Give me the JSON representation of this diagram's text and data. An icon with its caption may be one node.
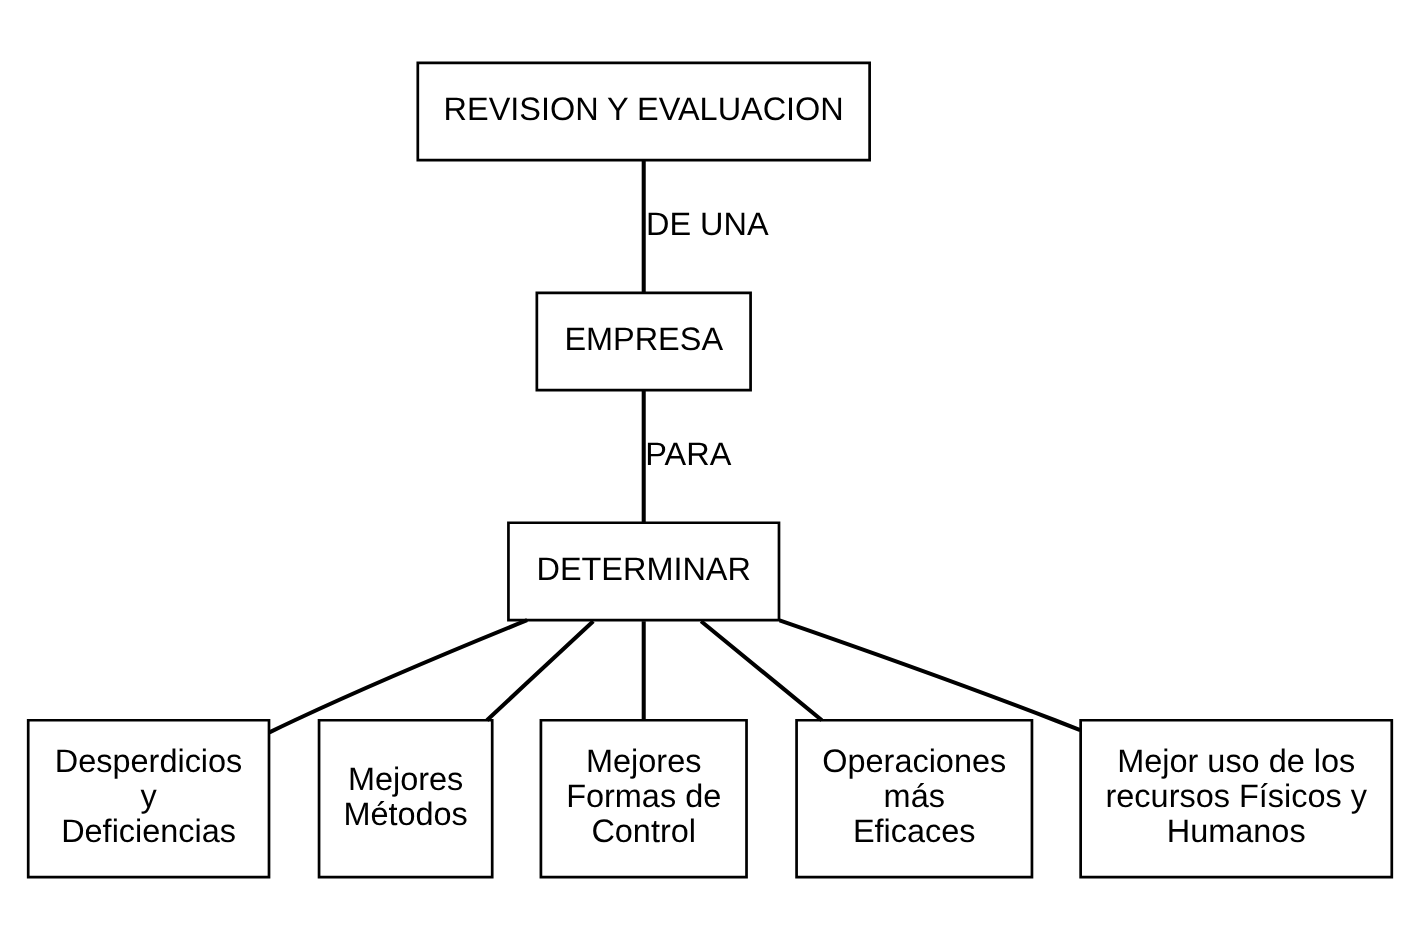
{
  "diagram": {
    "nodes": [
      {
        "text": [
          "REVISION Y EVALUACION"
        ]
      },
      {
        "text": [
          "EMPRESA"
        ]
      },
      {
        "text": [
          "DETERMINAR"
        ]
      },
      {
        "text": [
          "Desperdicios y Deficiencias"
        ]
      },
      {
        "text": [
          "Mejores Métodos"
        ]
      },
      {
        "text": [
          "Mejores Formas de Control"
        ]
      },
      {
        "text": [
          "Operaciones más Eficaces"
        ]
      },
      {
        "text": [
          "Mejor uso de los recursos Físicos y Humanos"
        ]
      }
    ],
    "edges": [
      {
        "from": 0,
        "to": 1,
        "arrow": "none",
        "label": "DE UNA"
      },
      {
        "from": 1,
        "to": 2,
        "arrow": "none",
        "label": "PARA"
      },
      {
        "from": 2,
        "to": 3,
        "arrow": "none"
      },
      {
        "from": 2,
        "to": 4,
        "arrow": "none"
      },
      {
        "from": 2,
        "to": 5,
        "arrow": "none"
      },
      {
        "from": 2,
        "to": 6,
        "arrow": "none"
      },
      {
        "from": 2,
        "to": 7,
        "arrow": "none"
      }
    ]
  }
}
